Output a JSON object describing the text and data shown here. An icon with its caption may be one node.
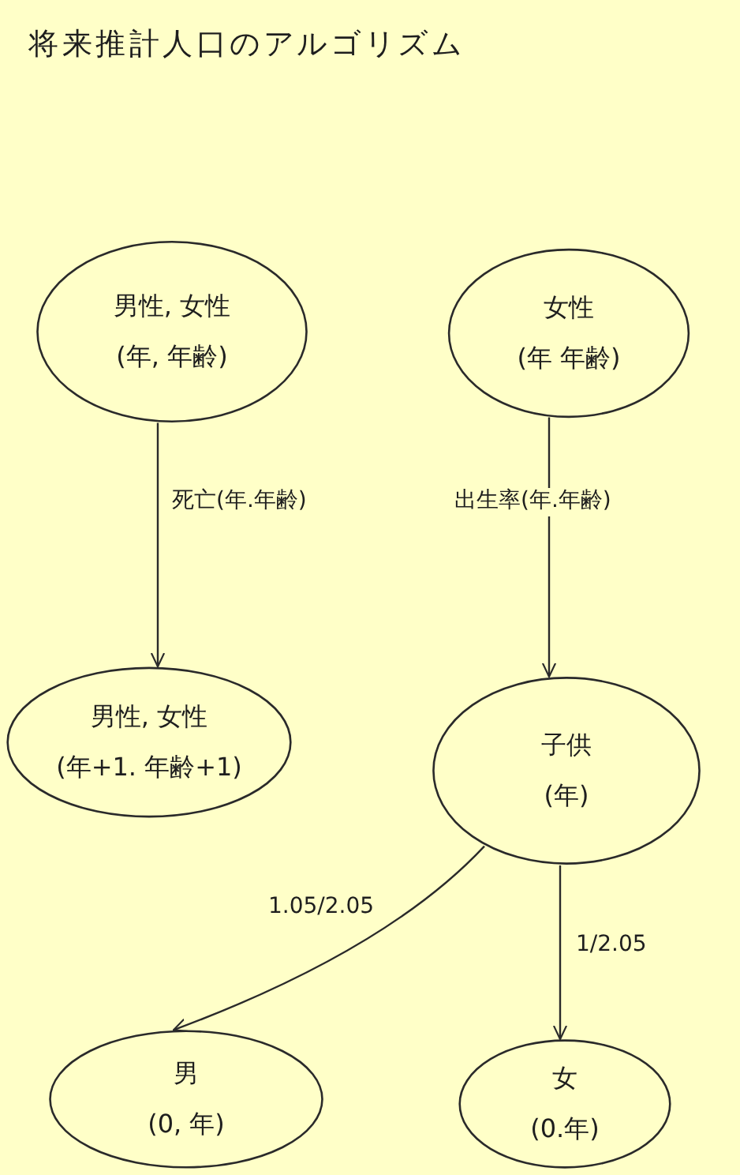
{
  "diagram": {
    "title": "将来推計人口のアルゴリズム",
    "nodes": [
      {
        "text": [
          "男性, 女性",
          "(年, 年齢)"
        ]
      },
      {
        "text": [
          "女性",
          "(年 年齢)"
        ]
      },
      {
        "text": [
          "男性, 女性",
          "(年+1. 年齢+1)"
        ]
      },
      {
        "text": [
          "子供",
          "(年)"
        ]
      },
      {
        "text": [
          "男",
          "(0, 年)"
        ]
      },
      {
        "text": [
          "女",
          "(0.年)"
        ]
      }
    ],
    "edges": [
      {
        "from": 0,
        "to": 2,
        "arrow": "to",
        "label": "死亡(年.年齢)"
      },
      {
        "from": 1,
        "to": 3,
        "arrow": "to",
        "label": "出生率(年.年齢)"
      },
      {
        "from": 3,
        "to": 4,
        "arrow": "to",
        "label": "1.05/2.05"
      },
      {
        "from": 3,
        "to": 5,
        "arrow": "to",
        "label": "1/2.05"
      }
    ]
  }
}
